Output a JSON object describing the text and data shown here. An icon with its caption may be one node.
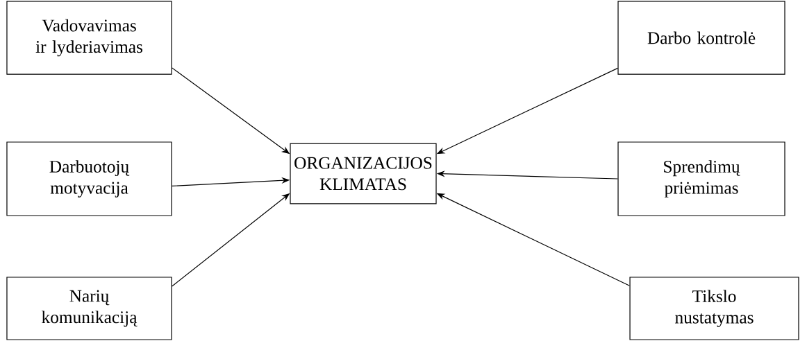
{
  "diagram": {
    "nodes": [
      {
        "text": [
          "ORGANIZACIJOS KLIMATAS"
        ]
      },
      {
        "text": [
          "Vadovavimas ir lyderiavimas"
        ]
      },
      {
        "text": [
          "Darbuotojų motyvacija"
        ]
      },
      {
        "text": [
          "Narių komunikaciją"
        ]
      },
      {
        "text": [
          "Darbo kontrolė"
        ]
      },
      {
        "text": [
          "Sprendimų priėmimas"
        ]
      },
      {
        "text": [
          "Tikslo nustatymas"
        ]
      }
    ],
    "edges": [
      {
        "from": 1,
        "to": 0,
        "arrow": "to"
      },
      {
        "from": 2,
        "to": 0,
        "arrow": "to"
      },
      {
        "from": 3,
        "to": 0,
        "arrow": "to"
      },
      {
        "from": 4,
        "to": 0,
        "arrow": "to"
      },
      {
        "from": 5,
        "to": 0,
        "arrow": "to"
      },
      {
        "from": 6,
        "to": 0,
        "arrow": "to"
      }
    ]
  }
}
